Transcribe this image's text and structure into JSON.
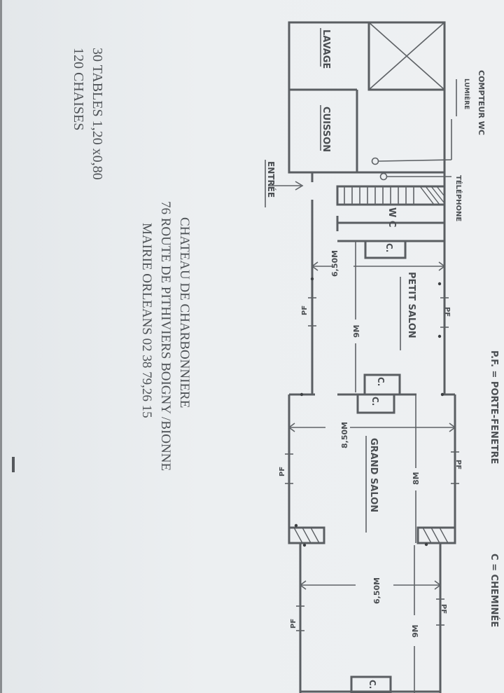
{
  "venue": {
    "name": "CHATEAU DE CHARBONNIERE",
    "address": "76 ROUTE DE PITHIVIERS  BOIGNY /BIONNE",
    "contact": "MAIRIE ORLEANS  02 38 79,26 15"
  },
  "capacity": {
    "tables": "30 TABLES  1,20 x0,80",
    "chairs": "120 CHAISES"
  },
  "legend": {
    "pf": "P.F. = PORTE-FENETRE",
    "c": "C = CHEMINÉE"
  },
  "rooms": {
    "lavage": "LAVAGE",
    "cuisson": "CUISSON",
    "wc": "W C",
    "petit_salon": "PETIT SALON",
    "grand_salon": "GRAND SALON",
    "entree": "ENTRÉE"
  },
  "annotations": {
    "compteur_wc": "COMPTEUR WC",
    "lumiere": "LUMIÈRE",
    "telephone": "TÉLÉPHONE",
    "pf": "PF",
    "c": "C."
  },
  "dimensions": {
    "petit_salon_width": "6,50M",
    "petit_salon_length": "9M",
    "grand_salon_width": "8,50M",
    "grand_salon_length": "8M",
    "third_room_width": "6,50M",
    "third_room_length": "9M"
  }
}
